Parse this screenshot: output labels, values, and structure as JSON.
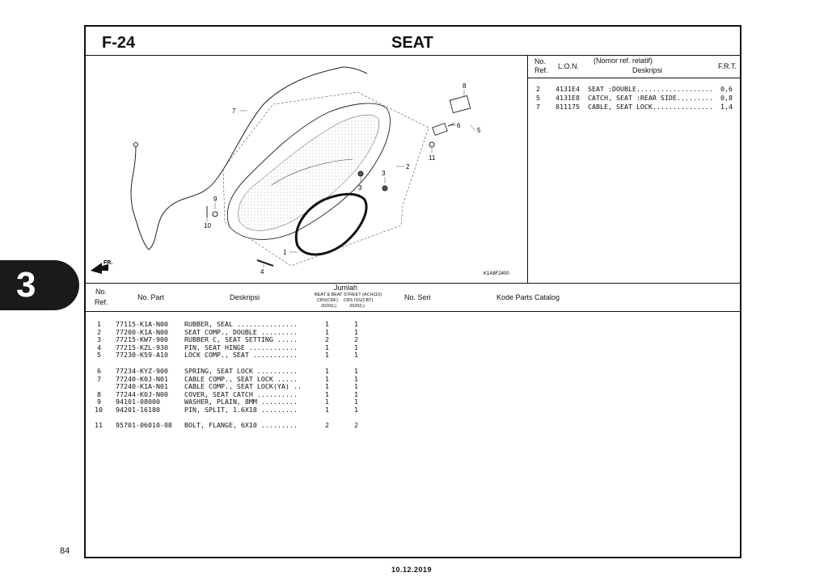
{
  "header": {
    "code": "F-24",
    "title": "SEAT"
  },
  "section_tab": "3",
  "page_number": "84",
  "footer_date": "10.12.2019",
  "diagram": {
    "image_code": "K1A8F2400",
    "front_label": "FR.",
    "callouts": [
      "1",
      "2",
      "3",
      "3",
      "4",
      "5",
      "6",
      "7",
      "8",
      "9",
      "10",
      "11"
    ]
  },
  "frt_table": {
    "headers": {
      "no": "No.",
      "ref": "Ref.",
      "lon": "L.O.N.",
      "nomor": "(Nomor ref. relatif)",
      "deskripsi": "Deskripsi",
      "frt": "F.R.T."
    },
    "rows": [
      {
        "no": "2",
        "lon": "4131E4",
        "desc": "SEAT :DOUBLE...................",
        "frt": "0,6"
      },
      {
        "no": "5",
        "lon": "4131E8",
        "desc": "CATCH, SEAT :REAR SIDE.........",
        "frt": "0,8"
      },
      {
        "no": "7",
        "lon": "811175",
        "desc": "CABLE, SEAT LOCK...............",
        "frt": "1,4"
      }
    ]
  },
  "parts_table": {
    "headers": {
      "no": "No.",
      "ref": "Ref.",
      "part": "No. Part",
      "desc": "Deskripsi",
      "jumlah": "Jumlah",
      "model": "BEAT & BEAT STREET (ACH110)",
      "col1": "CBS(CBF)",
      "col2": "CBS ISS(CBT)",
      "year1": "2020(L)",
      "year2": "2020(L)",
      "seri": "No. Seri",
      "kode": "Kode Parts Catalog"
    },
    "rows": [
      {
        "no": "1",
        "part": "77115-K1A-N00",
        "desc": "RUBBER, SEAL ...............",
        "q1": "1",
        "q2": "1"
      },
      {
        "no": "2",
        "part": "77200-K1A-N00",
        "desc": "SEAT COMP., DOUBLE .........",
        "q1": "1",
        "q2": "1"
      },
      {
        "no": "3",
        "part": "77215-KW7-900",
        "desc": "RUBBER C, SEAT SETTING .....",
        "q1": "2",
        "q2": "2"
      },
      {
        "no": "4",
        "part": "77215-KZL-930",
        "desc": "PIN, SEAT HINGE ............",
        "q1": "1",
        "q2": "1"
      },
      {
        "no": "5",
        "part": "77230-K59-A10",
        "desc": "LOCK COMP., SEAT ...........",
        "q1": "1",
        "q2": "1"
      },
      {
        "no": "6",
        "part": "77234-KYZ-900",
        "desc": "SPRING, SEAT LOCK ..........",
        "q1": "1",
        "q2": "1"
      },
      {
        "no": "7",
        "part": "77240-K0J-N01",
        "desc": "CABLE COMP., SEAT LOCK .....",
        "q1": "1",
        "q2": "1"
      },
      {
        "no": "",
        "part": "77240-K1A-N01",
        "desc": "CABLE COMP., SEAT LOCK(YA) ..",
        "q1": "1",
        "q2": "1"
      },
      {
        "no": "8",
        "part": "77244-K0J-N00",
        "desc": "COVER, SEAT CATCH ..........",
        "q1": "1",
        "q2": "1"
      },
      {
        "no": "9",
        "part": "94101-08000",
        "desc": "WASHER, PLAIN, 8MM .........",
        "q1": "1",
        "q2": "1"
      },
      {
        "no": "10",
        "part": "94201-16180",
        "desc": "PIN, SPLIT, 1.6X18 .........",
        "q1": "1",
        "q2": "1"
      },
      {
        "no": "11",
        "part": "95701-06010-08",
        "desc": "BOLT, FLANGE, 6X10 .........",
        "q1": "2",
        "q2": "2"
      }
    ]
  }
}
